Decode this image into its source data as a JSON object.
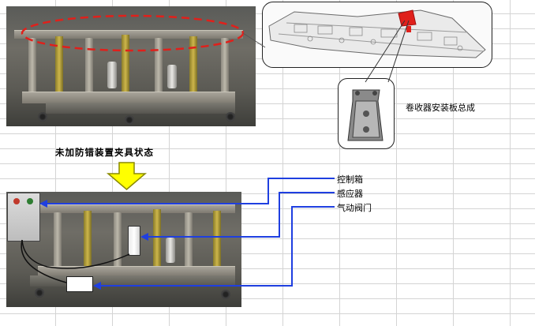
{
  "callouts": {
    "part_name": "卷收器安装板总成",
    "control_box": "控制箱",
    "sensor": "感应器",
    "pneumatic_valve": "气动阀门"
  },
  "caption": "未加防错装置夹具状态",
  "colors": {
    "highlight_ellipse": "#e0201b",
    "arrow_fill": "#ffff00",
    "arrow_stroke": "#8a8a00",
    "leader_lines": "#1f3fe0",
    "grid_lines": "#d4d4d4"
  },
  "icons": {
    "down_arrow": "yellow-down-arrow-icon",
    "leader_arrowhead": "blue-arrowhead-icon"
  }
}
